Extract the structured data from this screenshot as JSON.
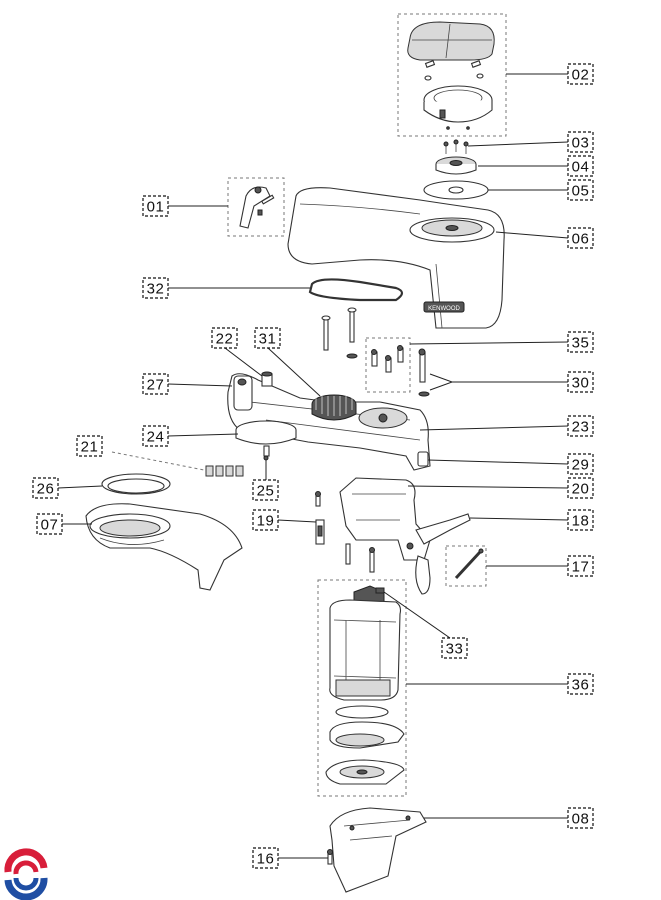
{
  "brand_plate": "KENWOOD",
  "colors": {
    "logo_red": "#d81e3a",
    "logo_blue": "#1f4ea3",
    "ink": "#111111"
  },
  "labels": [
    {
      "id": "01",
      "text": "01"
    },
    {
      "id": "02",
      "text": "02"
    },
    {
      "id": "03",
      "text": "03"
    },
    {
      "id": "04",
      "text": "04"
    },
    {
      "id": "05",
      "text": "05"
    },
    {
      "id": "06",
      "text": "06"
    },
    {
      "id": "07",
      "text": "07"
    },
    {
      "id": "08",
      "text": "08"
    },
    {
      "id": "16",
      "text": "16"
    },
    {
      "id": "17",
      "text": "17"
    },
    {
      "id": "18",
      "text": "18"
    },
    {
      "id": "19",
      "text": "19"
    },
    {
      "id": "20",
      "text": "20"
    },
    {
      "id": "21",
      "text": "21"
    },
    {
      "id": "22",
      "text": "22"
    },
    {
      "id": "23",
      "text": "23"
    },
    {
      "id": "24",
      "text": "24"
    },
    {
      "id": "25",
      "text": "25"
    },
    {
      "id": "26",
      "text": "26"
    },
    {
      "id": "27",
      "text": "27"
    },
    {
      "id": "29",
      "text": "29"
    },
    {
      "id": "30",
      "text": "30"
    },
    {
      "id": "31",
      "text": "31"
    },
    {
      "id": "32",
      "text": "32"
    },
    {
      "id": "33",
      "text": "33"
    },
    {
      "id": "35",
      "text": "35"
    },
    {
      "id": "36",
      "text": "36"
    }
  ]
}
